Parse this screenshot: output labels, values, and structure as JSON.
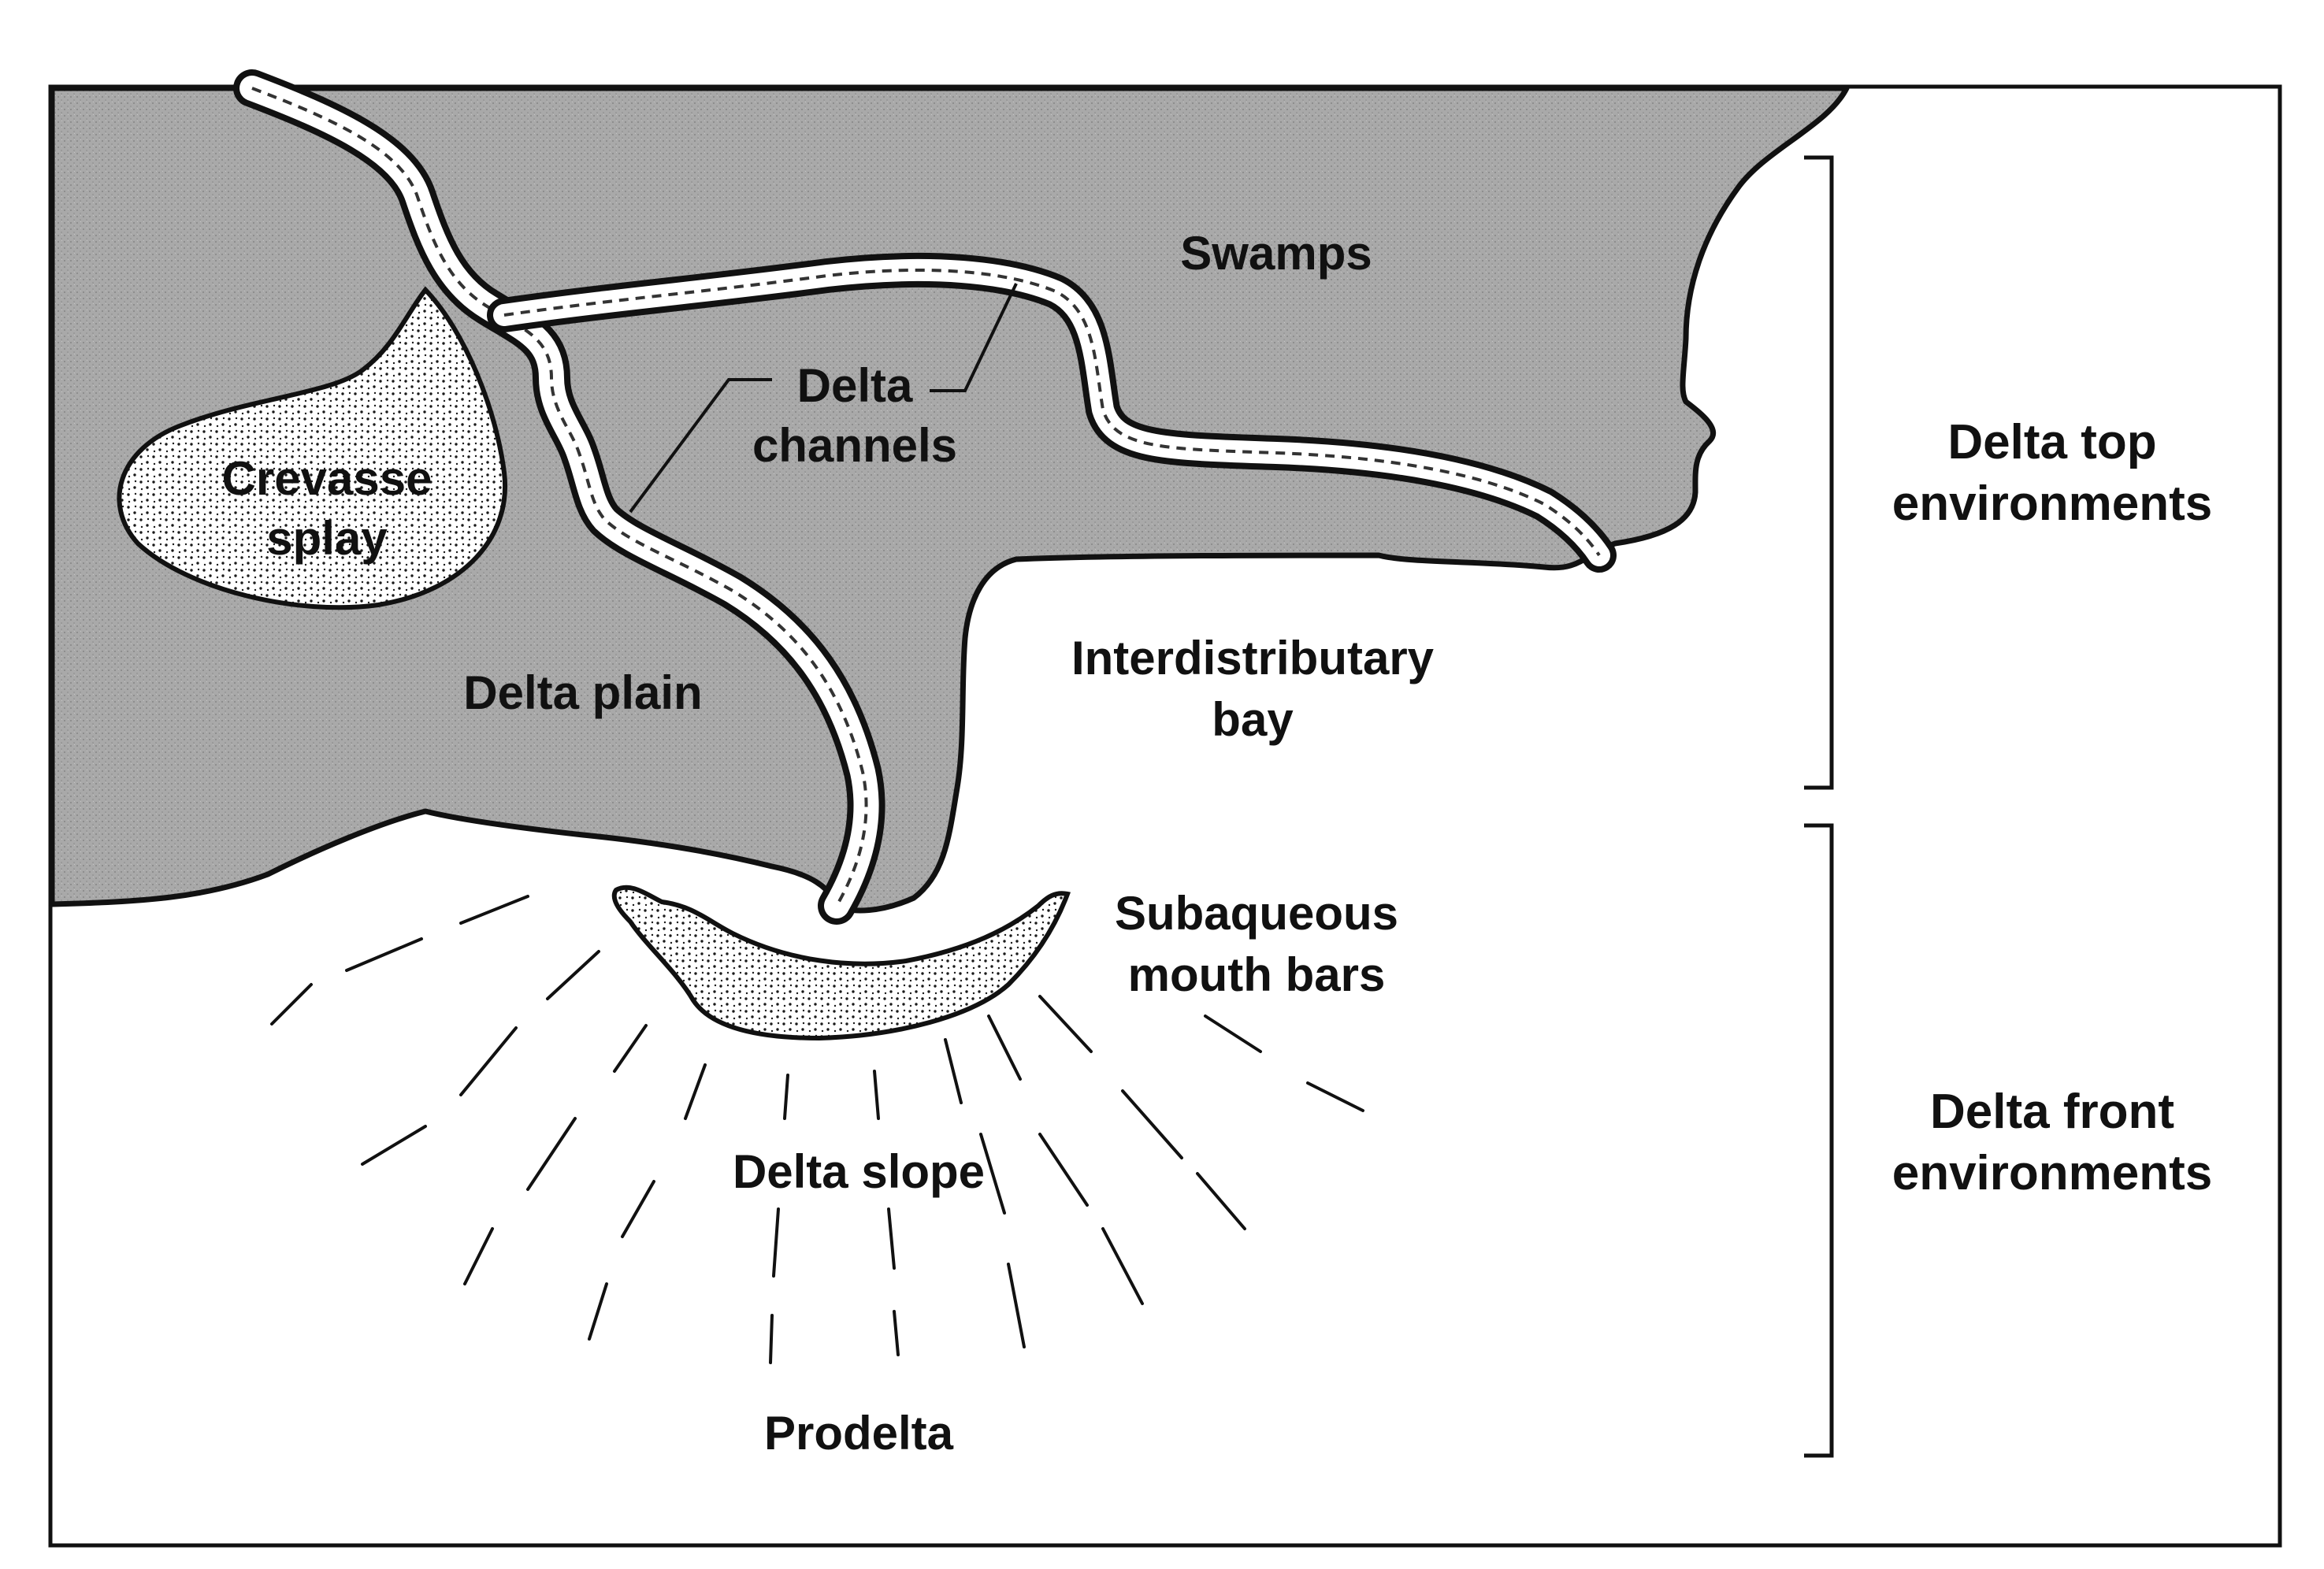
{
  "colors": {
    "land": "#a9a9a9",
    "outline": "#111111",
    "background": "#ffffff",
    "stipple": "#1a1a1a"
  },
  "labels": {
    "swamps": "Swamps",
    "delta_channels_line1": "Delta",
    "delta_channels_line2": "channels",
    "crevasse_splay_line1": "Crevasse",
    "crevasse_splay_line2": "splay",
    "delta_plain": "Delta plain",
    "interdistributary_bay_line1": "Interdistributary",
    "interdistributary_bay_line2": "bay",
    "subaqueous_mouth_bars_line1": "Subaqueous",
    "subaqueous_mouth_bars_line2": "mouth bars",
    "delta_slope": "Delta slope",
    "prodelta": "Prodelta"
  },
  "environments": {
    "top_line1": "Delta top",
    "top_line2": "environments",
    "front_line1": "Delta front",
    "front_line2": "environments"
  }
}
